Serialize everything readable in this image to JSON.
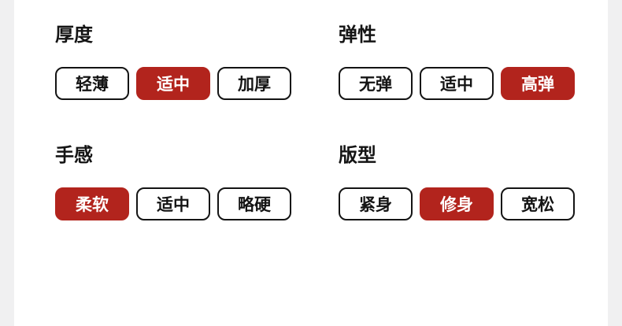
{
  "page": {
    "background_color": "#ffffff",
    "gutter_color": "#f0f0f1",
    "accent_color": "#b2241d",
    "text_color": "#141414"
  },
  "sections": [
    {
      "label": "厚度",
      "options": [
        {
          "label": "轻薄",
          "selected": false
        },
        {
          "label": "适中",
          "selected": true
        },
        {
          "label": "加厚",
          "selected": false
        }
      ]
    },
    {
      "label": "弹性",
      "options": [
        {
          "label": "无弹",
          "selected": false
        },
        {
          "label": "适中",
          "selected": false
        },
        {
          "label": "高弹",
          "selected": true
        }
      ]
    },
    {
      "label": "手感",
      "options": [
        {
          "label": "柔软",
          "selected": true
        },
        {
          "label": "适中",
          "selected": false
        },
        {
          "label": "略硬",
          "selected": false
        }
      ]
    },
    {
      "label": "版型",
      "options": [
        {
          "label": "紧身",
          "selected": false
        },
        {
          "label": "修身",
          "selected": true
        },
        {
          "label": "宽松",
          "selected": false
        }
      ]
    }
  ]
}
